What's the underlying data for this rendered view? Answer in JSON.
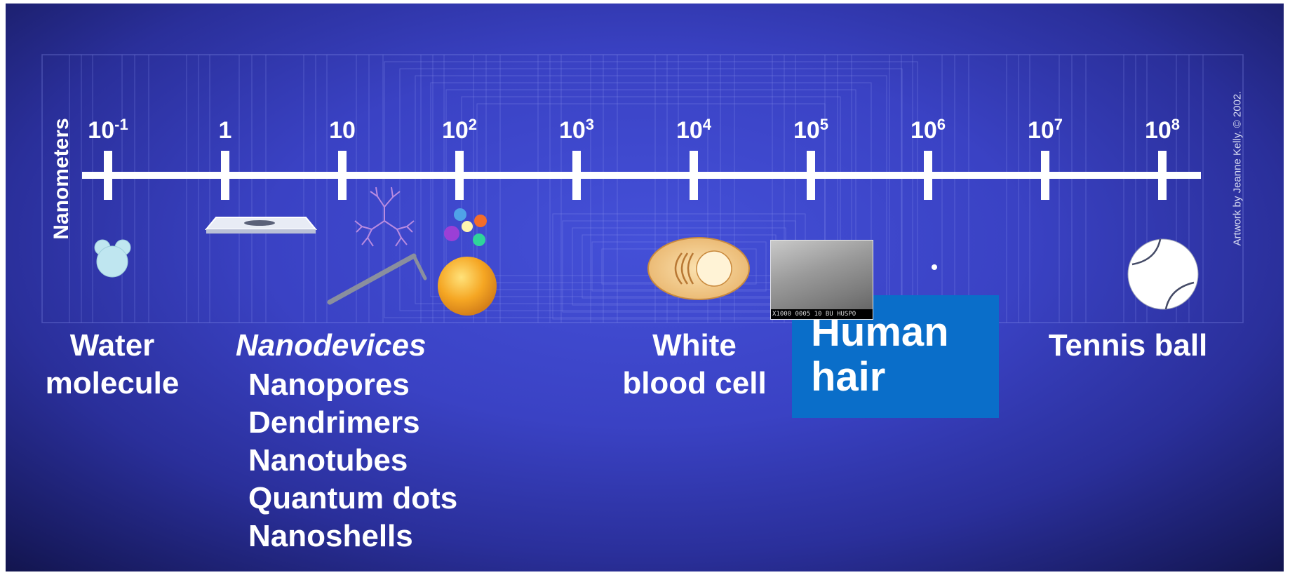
{
  "axis_title": "Nanometers",
  "ticks": [
    {
      "base": "10",
      "exp": "-1"
    },
    {
      "base": "1",
      "exp": ""
    },
    {
      "base": "10",
      "exp": ""
    },
    {
      "base": "10",
      "exp": "2"
    },
    {
      "base": "10",
      "exp": "3"
    },
    {
      "base": "10",
      "exp": "4"
    },
    {
      "base": "10",
      "exp": "5"
    },
    {
      "base": "10",
      "exp": "6"
    },
    {
      "base": "10",
      "exp": "7"
    },
    {
      "base": "10",
      "exp": "8"
    }
  ],
  "labels": {
    "water": [
      "Water",
      "molecule"
    ],
    "nanodevices_heading": "Nanodevices",
    "nanodevices_items": [
      "Nanopores",
      "Dendrimers",
      "Nanotubes",
      "Quantum dots",
      "Nanoshells"
    ],
    "white_blood_cell": [
      "White",
      "blood cell"
    ],
    "human_hair": "Human hair",
    "tennis_ball": "Tennis ball"
  },
  "hair_photo_caption": "X1000  0005  10 BU HUSPO",
  "credit": "Artwork by Jeanne Kelly. © 2002.",
  "colors": {
    "background": "#3a42c4",
    "axis": "#ffffff",
    "hair_box": "#0a6ec9",
    "water_molecule": "#bfe6f0",
    "dendrimer": "#b88be0",
    "nanoshell": "#f5a623",
    "white_blood_cell": "#f2c98a"
  }
}
